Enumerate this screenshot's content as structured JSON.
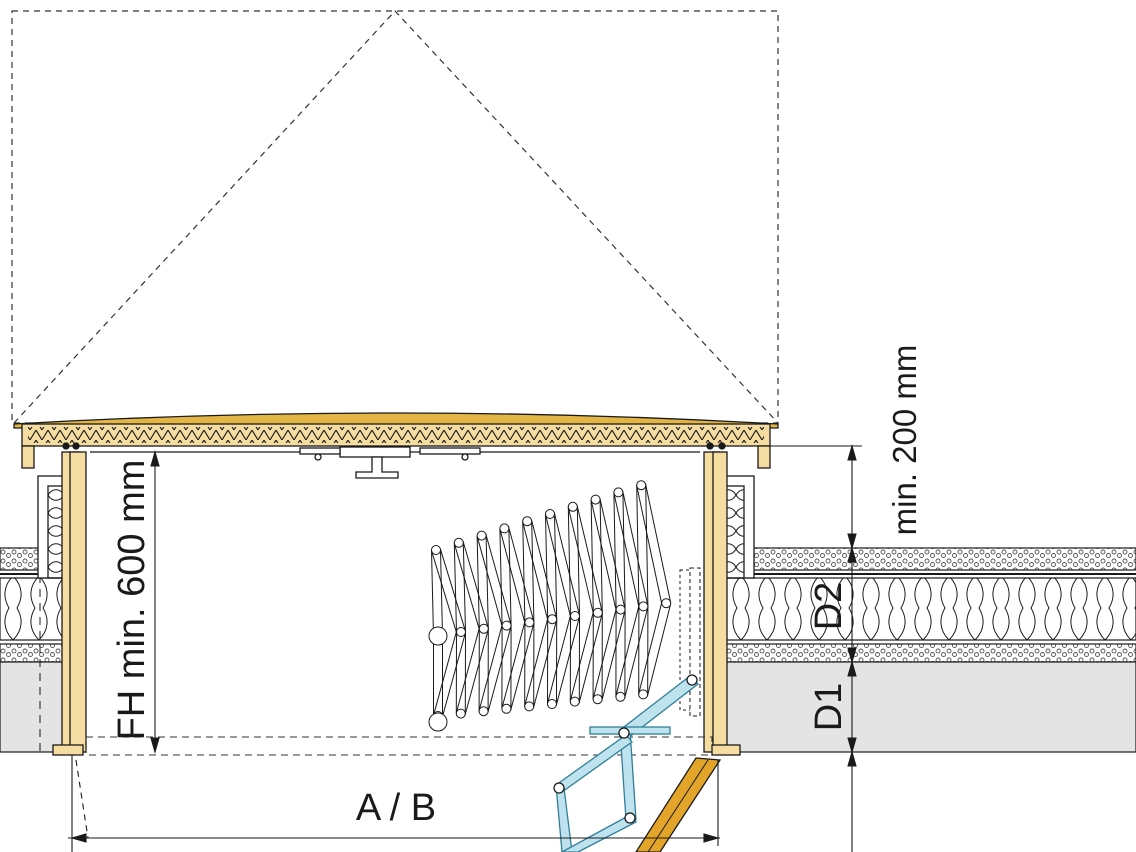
{
  "labels": {
    "width": "A / B",
    "frame_height": "FH min. 600 mm",
    "top_clearance": "min. 200 mm",
    "depth_outer": "D2",
    "depth_inner": "D1"
  },
  "colors": {
    "line": "#1a1a1a",
    "wood": "#f5dca0",
    "wood_dark": "#e2b544",
    "insulation_fill": "#ffffff",
    "concrete_gray": "#e4e4e4",
    "ladder_arm": "#bfe3ee",
    "ladder_arm_stroke": "#2f7f99",
    "ladder_rail": "#e2a52a"
  },
  "icons": {
    "scissor_ladder": "scissor-ladder-icon",
    "roof_outline": "dashed-roof-outline-icon"
  }
}
